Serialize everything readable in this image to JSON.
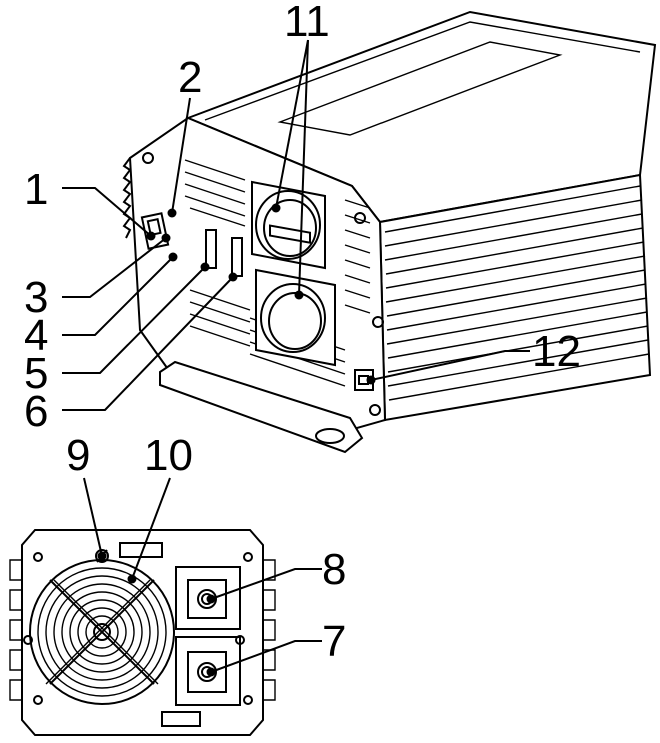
{
  "callouts": {
    "c1": "1",
    "c2": "2",
    "c3": "3",
    "c4": "4",
    "c5": "5",
    "c6": "6",
    "c7": "7",
    "c8": "8",
    "c9": "9",
    "c10": "10",
    "c11": "11",
    "c12": "12"
  },
  "colors": {
    "line": "#000000",
    "background": "#ffffff"
  },
  "icons": {
    "front_view": "inverter-front-panel",
    "rear_view": "inverter-rear-panel",
    "fan": "cooling-fan-icon",
    "terminal": "battery-terminal-icon",
    "socket": "ac-socket-icon"
  }
}
